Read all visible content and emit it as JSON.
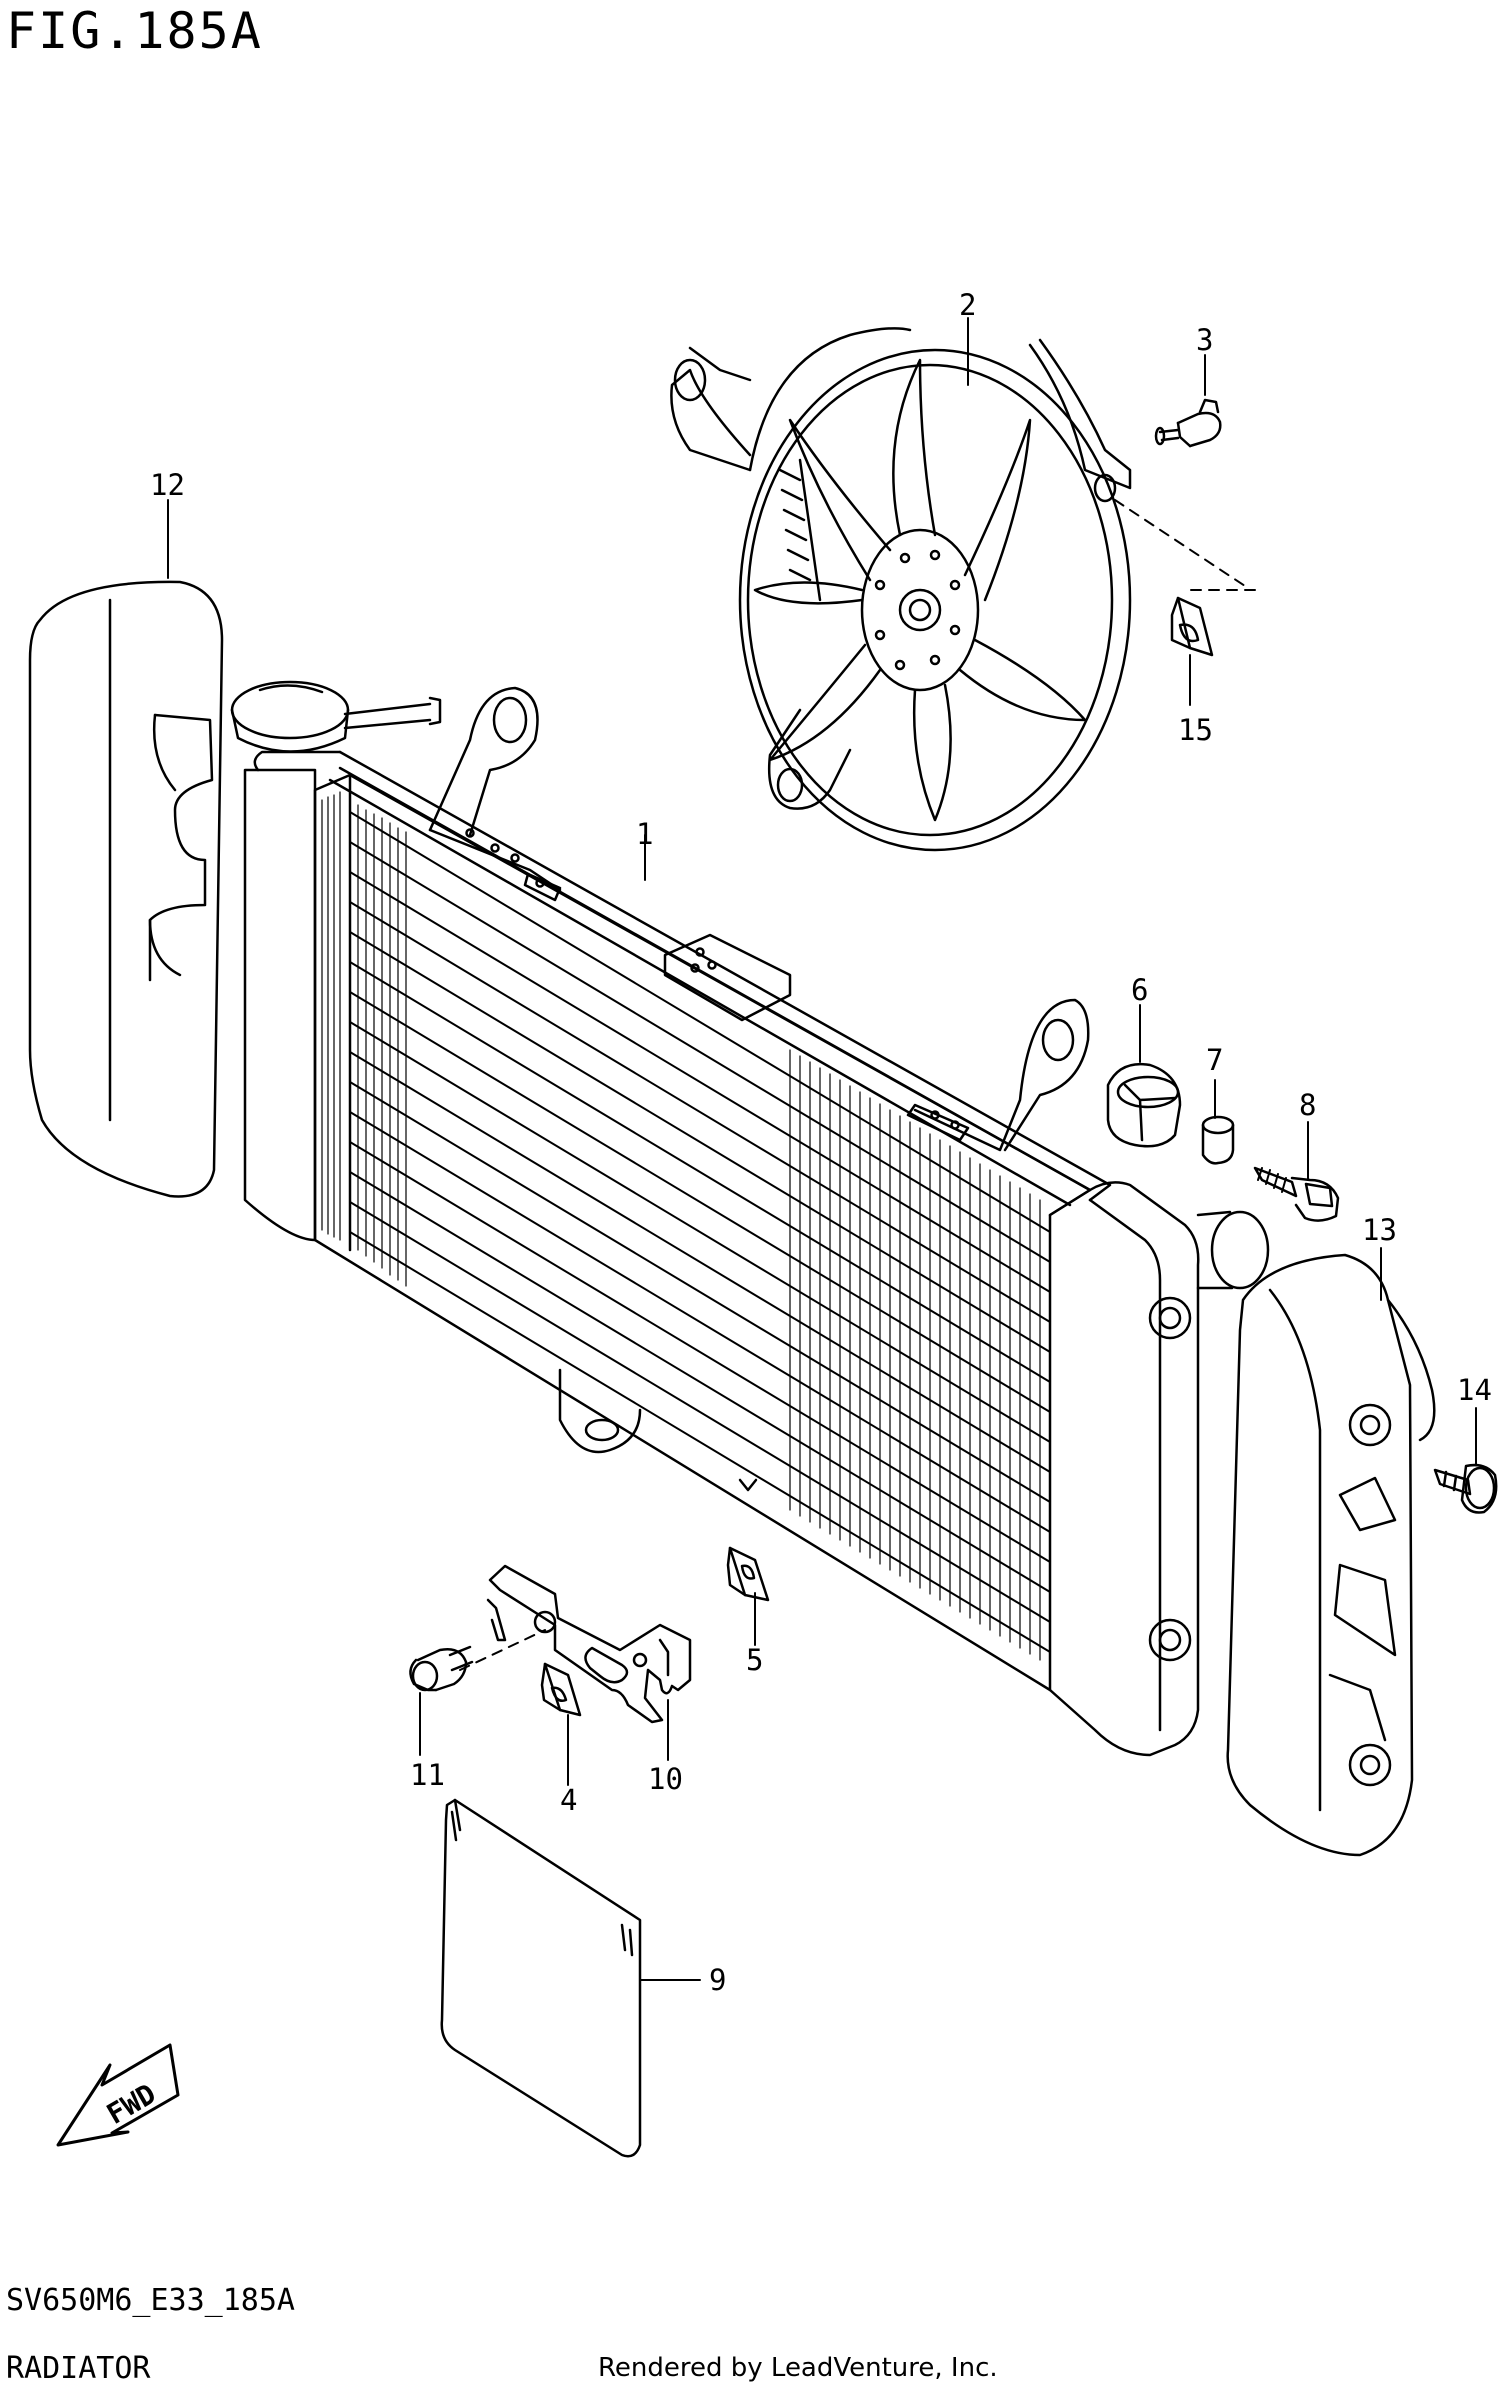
{
  "figure_title": "FIG.185A",
  "diagram_code": "SV650M6_E33_185A",
  "section_name": "RADIATOR",
  "credit": "Rendered by LeadVenture, Inc.",
  "fwd_arrow_label": "FWD",
  "callouts": [
    "1",
    "2",
    "3",
    "4",
    "5",
    "6",
    "7",
    "8",
    "9",
    "10",
    "11",
    "12",
    "13",
    "14",
    "15"
  ]
}
